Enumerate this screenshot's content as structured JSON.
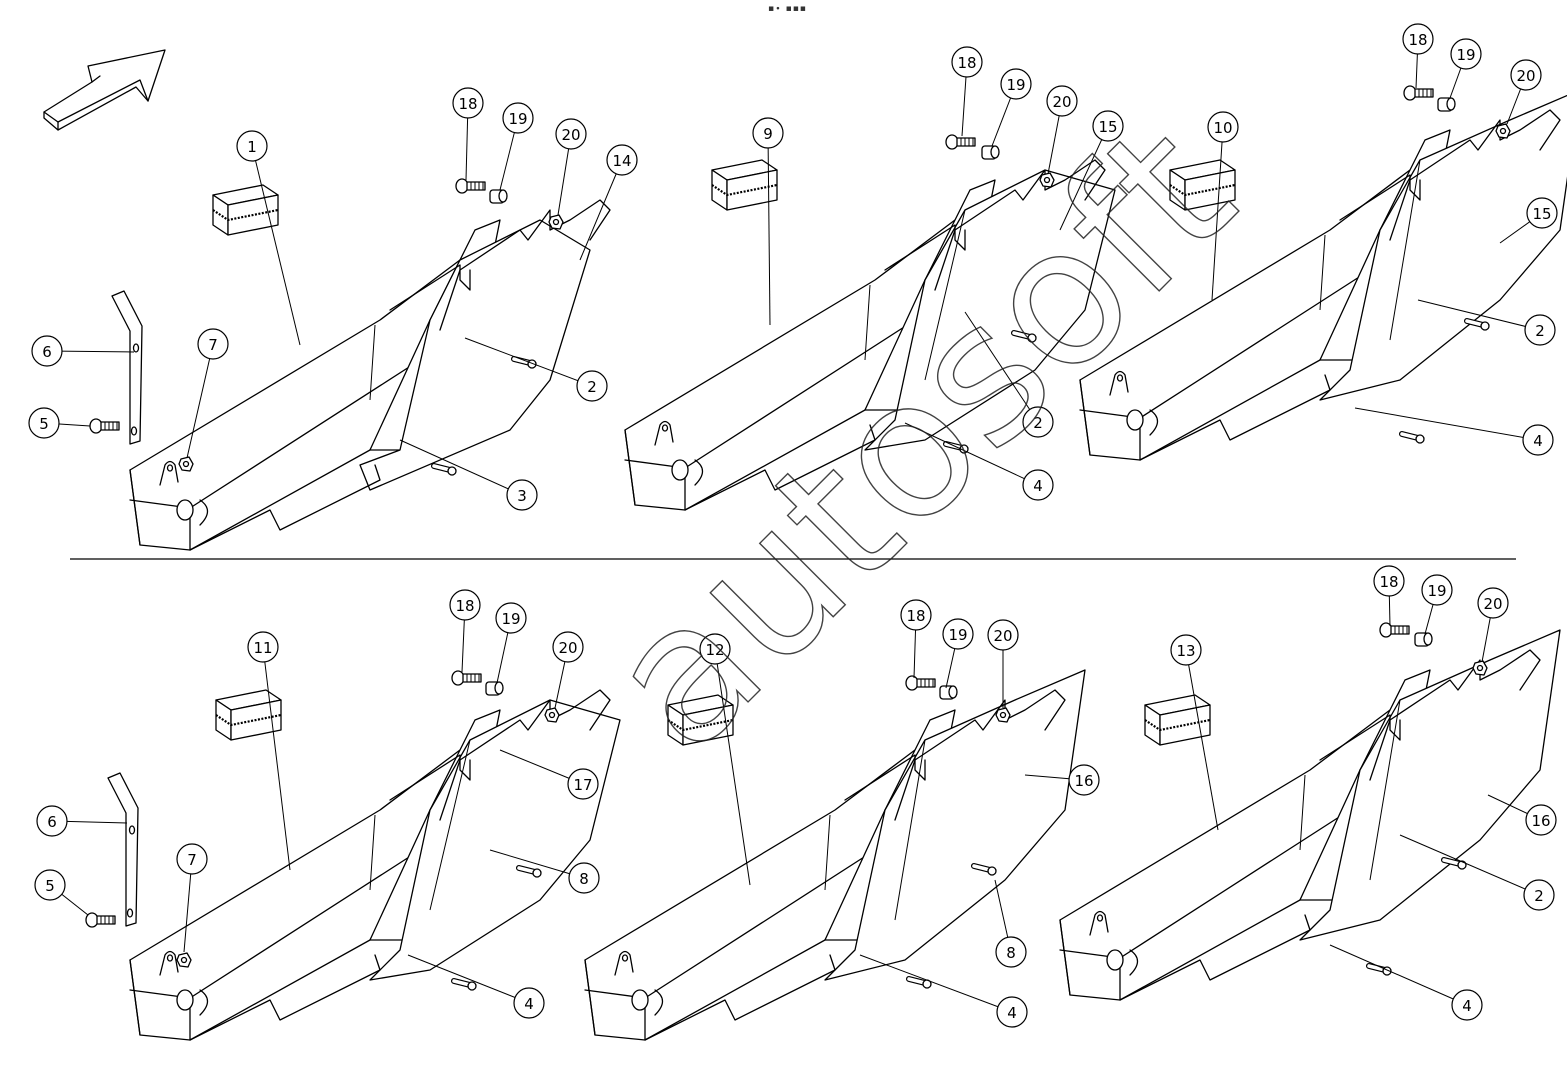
{
  "diagram": {
    "header_mark": "▪∙ ▪▪▪",
    "watermark": "autosoft",
    "direction_arrow_icon": "direction-arrow-icon",
    "top_row": [
      {
        "name": "shank-assembly-1",
        "labels": {
          "pad": "1",
          "bolt": "18",
          "bushing": "19",
          "nut": "20",
          "guard": "14",
          "pin_a": "2",
          "pin_b": "3",
          "latch": "6",
          "lbolt": "5",
          "lnut": "7"
        }
      },
      {
        "name": "shank-assembly-9",
        "labels": {
          "pad": "9",
          "bolt": "18",
          "bushing": "19",
          "nut": "20",
          "guard": "15",
          "pin_a": "2",
          "pin_b": "4"
        }
      },
      {
        "name": "shank-assembly-10",
        "labels": {
          "pad": "10",
          "bolt": "18",
          "bushing": "19",
          "nut": "20",
          "guard": "15",
          "pin_a": "2",
          "pin_b": "4"
        }
      }
    ],
    "bottom_row": [
      {
        "name": "shank-assembly-11",
        "labels": {
          "pad": "11",
          "bolt": "18",
          "bushing": "19",
          "nut": "20",
          "guard": "17",
          "pin_a": "8",
          "pin_b": "4",
          "latch": "6",
          "lbolt": "5",
          "lnut": "7"
        }
      },
      {
        "name": "shank-assembly-12",
        "labels": {
          "pad": "12",
          "bolt": "18",
          "bushing": "19",
          "nut": "20",
          "guard": "16",
          "pin_a": "8",
          "pin_b": "4"
        }
      },
      {
        "name": "shank-assembly-13",
        "labels": {
          "pad": "13",
          "bolt": "18",
          "bushing": "19",
          "nut": "20",
          "guard": "16",
          "pin_a": "2",
          "pin_b": "4"
        }
      }
    ]
  }
}
